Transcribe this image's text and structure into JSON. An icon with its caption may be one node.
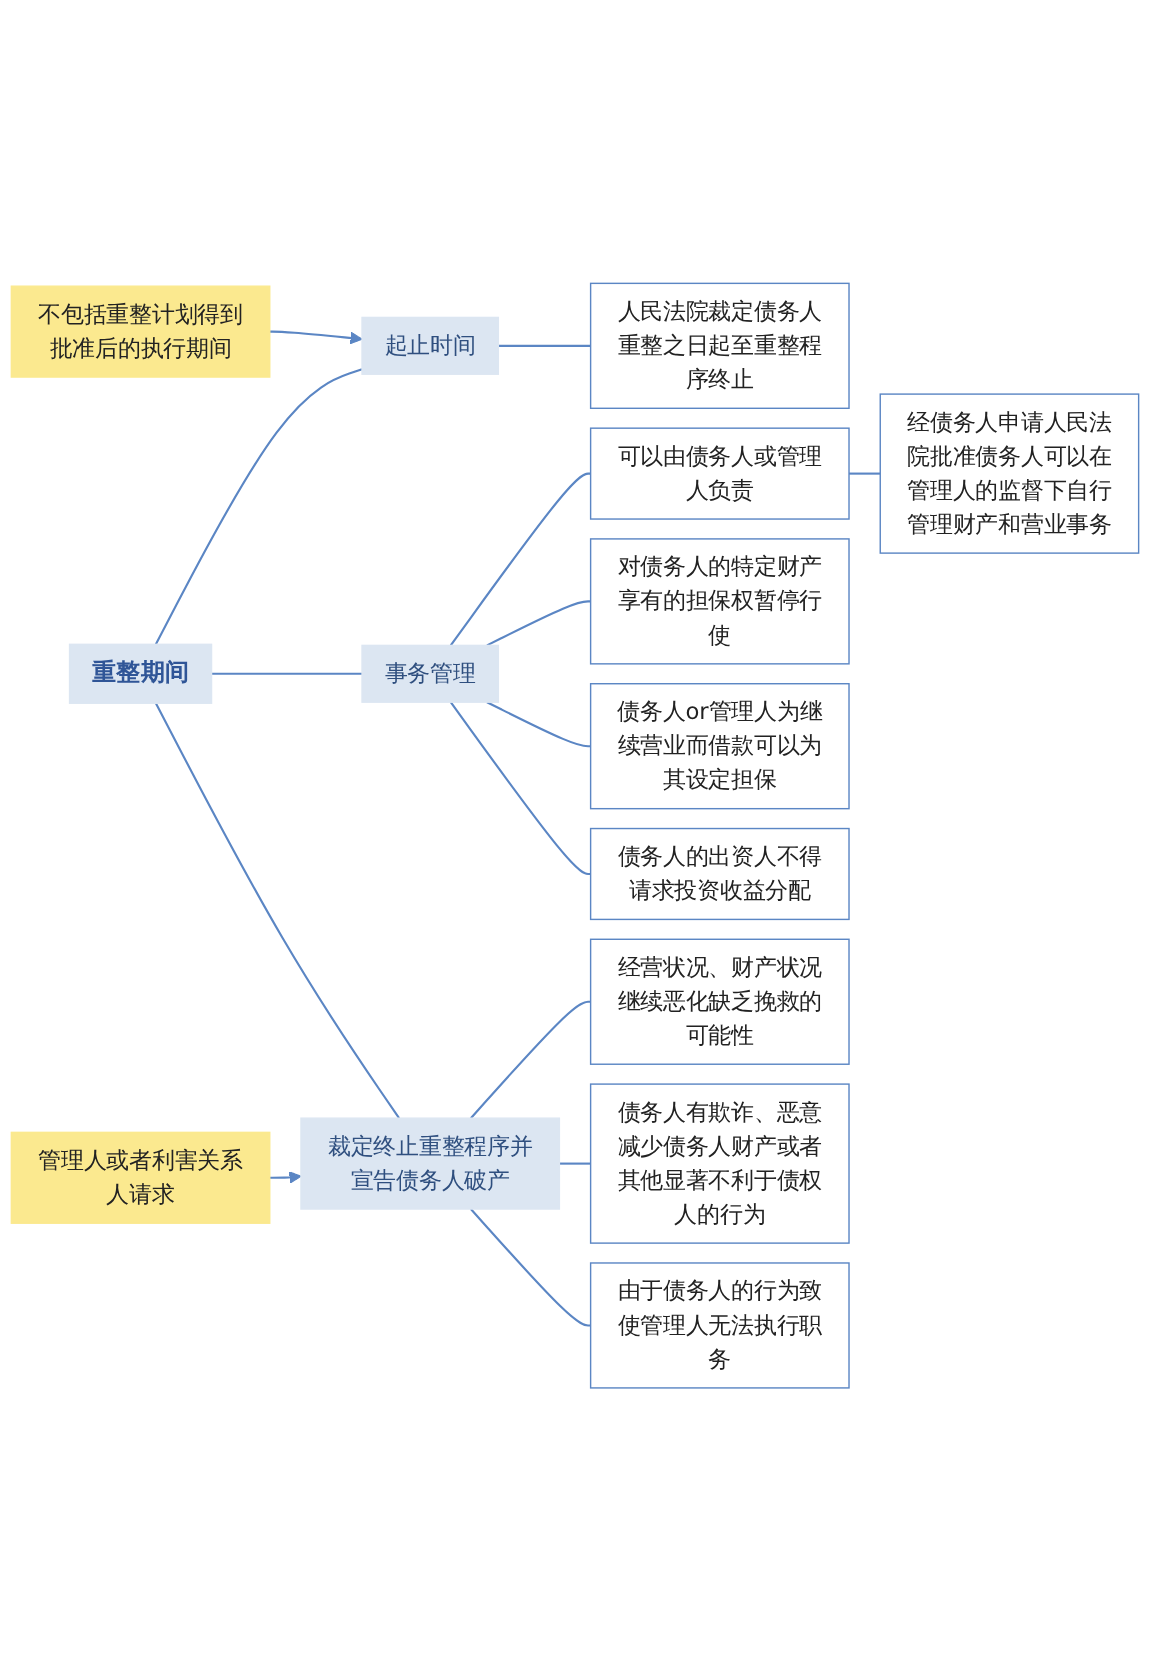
{
  "diagram": {
    "nodes": [
      {
        "text": [
          "重整期间"
        ]
      },
      {
        "text": [
          "不包括重整计划得到批准后的执行期间"
        ]
      },
      {
        "text": [
          "起止时间"
        ]
      },
      {
        "text": [
          "人民法院裁定债务人重整之日起至重整程序终止"
        ]
      },
      {
        "text": [
          "事务管理"
        ]
      },
      {
        "text": [
          "可以由债务人或管理人负责"
        ]
      },
      {
        "text": [
          "经债务人申请人民法院批准债务人可以在管理人的监督下自行管理财产和营业事务"
        ]
      },
      {
        "text": [
          "对债务人的特定财产享有的担保权暂停行使"
        ]
      },
      {
        "text": [
          "债务人or管理人为继续营业而借款可以为其设定担保"
        ]
      },
      {
        "text": [
          "债务人的出资人不得请求投资收益分配"
        ]
      },
      {
        "text": [
          "管理人或者利害关系人请求"
        ]
      },
      {
        "text": [
          "裁定终止重整程序并宣告债务人破产"
        ]
      },
      {
        "text": [
          "经营状况、财产状况继续恶化缺乏挽救的可能性"
        ]
      },
      {
        "text": [
          "债务人有欺诈、恶意减少债务人财产或者其他显著不利于债权人的行为"
        ]
      },
      {
        "text": [
          "由于债务人的行为致使管理人无法执行职务"
        ]
      }
    ],
    "edges": [
      {
        "from": 0,
        "to": 2,
        "arrow": "none"
      },
      {
        "from": 1,
        "to": 2,
        "arrow": "to"
      },
      {
        "from": 2,
        "to": 3,
        "arrow": "none"
      },
      {
        "from": 0,
        "to": 4,
        "arrow": "none"
      },
      {
        "from": 4,
        "to": 5,
        "arrow": "none"
      },
      {
        "from": 5,
        "to": 6,
        "arrow": "none"
      },
      {
        "from": 4,
        "to": 7,
        "arrow": "none"
      },
      {
        "from": 4,
        "to": 8,
        "arrow": "none"
      },
      {
        "from": 4,
        "to": 9,
        "arrow": "none"
      },
      {
        "from": 0,
        "to": 11,
        "arrow": "none"
      },
      {
        "from": 10,
        "to": 11,
        "arrow": "to"
      },
      {
        "from": 11,
        "to": 12,
        "arrow": "none"
      },
      {
        "from": 11,
        "to": 13,
        "arrow": "none"
      },
      {
        "from": 11,
        "to": 14,
        "arrow": "none"
      }
    ]
  }
}
